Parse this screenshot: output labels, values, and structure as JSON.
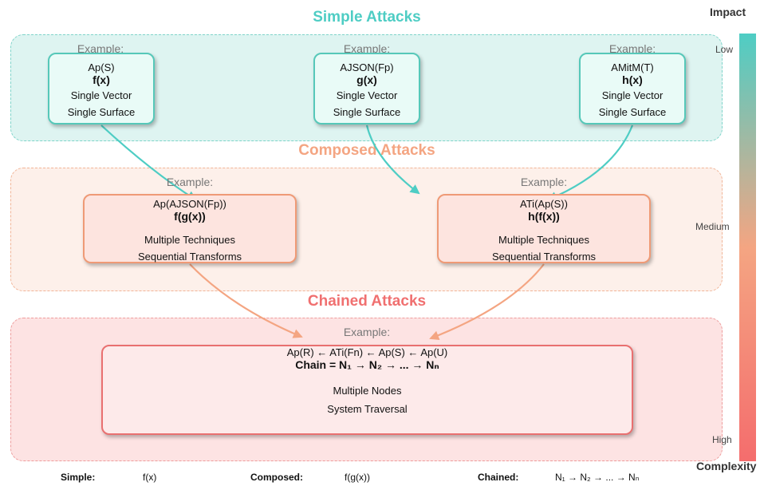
{
  "sections": {
    "simple": {
      "title": "Simple Attacks",
      "color": "#4ecdc4",
      "cards": [
        {
          "example": "Example:",
          "notation": "Ap(S)",
          "function": "f(x)",
          "desc1": "Single Vector",
          "desc2": "Single Surface"
        },
        {
          "example": "Example:",
          "notation": "AJSON(Fp)",
          "function": "g(x)",
          "desc1": "Single Vector",
          "desc2": "Single Surface"
        },
        {
          "example": "Example:",
          "notation": "AMitM(T)",
          "function": "h(x)",
          "desc1": "Single Vector",
          "desc2": "Single Surface"
        }
      ]
    },
    "composed": {
      "title": "Composed Attacks",
      "color": "#f4a582",
      "cards": [
        {
          "example": "Example:",
          "notation": "Ap(AJSON(Fp))",
          "function": "f(g(x))",
          "desc1": "Multiple Techniques",
          "desc2": "Sequential Transforms"
        },
        {
          "example": "Example:",
          "notation": "ATi(Ap(S))",
          "function": "h(f(x))",
          "desc1": "Multiple Techniques",
          "desc2": "Sequential Transforms"
        }
      ]
    },
    "chained": {
      "title": "Chained Attacks",
      "color": "#f07070",
      "card": {
        "example": "Example:",
        "notation": "Ap(R) ← ATi(Fn) ← Ap(S) ← Ap(U)",
        "function": "Chain = N₁ → N₂ → ... → Nₙ",
        "desc1": "Multiple Nodes",
        "desc2": "System Traversal"
      }
    }
  },
  "scale": {
    "top_label": "Impact",
    "bottom_label": "Complexity",
    "levels": [
      "Low",
      "Medium",
      "High"
    ],
    "gradient": [
      "#4ecdc4",
      "#f4a582",
      "#f46d6d"
    ]
  },
  "legend": [
    {
      "label": "Simple:",
      "value": "f(x)"
    },
    {
      "label": "Composed:",
      "value": "f(g(x))"
    },
    {
      "label": "Chained:",
      "value": "N₁ → N₂ → ... → Nₙ"
    }
  ]
}
